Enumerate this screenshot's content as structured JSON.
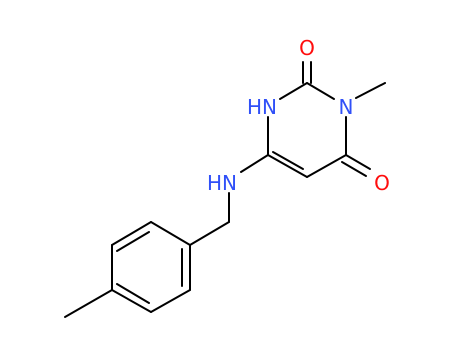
{
  "molecule": {
    "atoms": {
      "o_top": {
        "label": "O",
        "color": "#ff0d0d"
      },
      "o_right": {
        "label": "O",
        "color": "#ff0d0d"
      },
      "n_ring": {
        "label": "N",
        "color": "#3050f8"
      },
      "nh_ring": {
        "label": "HN",
        "color": "#3050f8"
      },
      "nh_amine": {
        "label": "HN",
        "color": "#3050f8"
      }
    },
    "bond_color": "#000000"
  }
}
